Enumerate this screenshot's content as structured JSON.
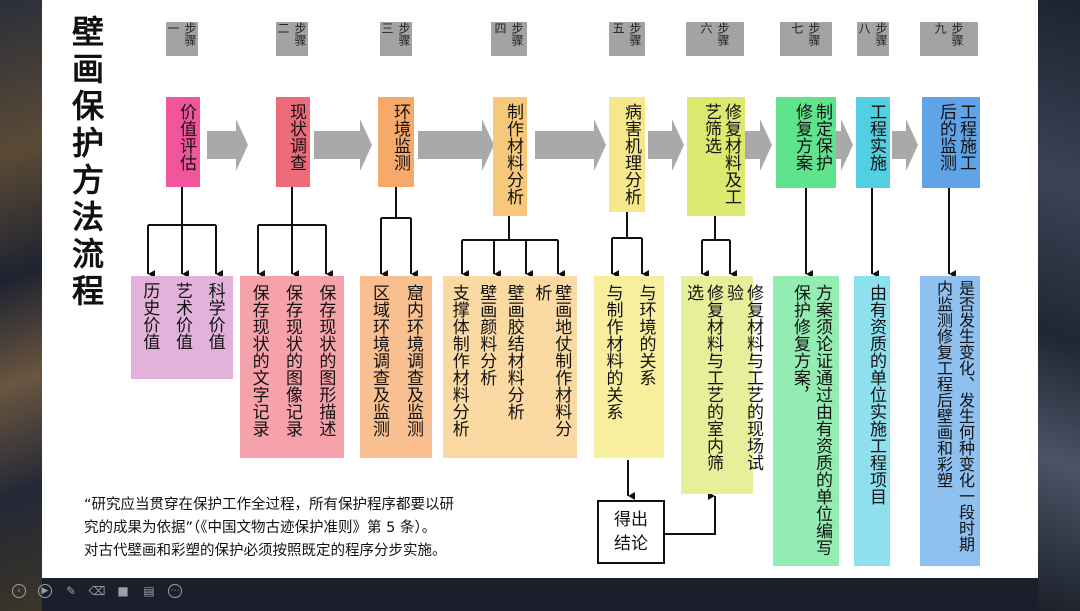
{
  "title_chars": [
    "壁",
    "画",
    "保",
    "护",
    "方",
    "法",
    "流",
    "程"
  ],
  "steps": [
    {
      "label": "步骤一",
      "action": "价值评估",
      "action_color": "#f2559b",
      "details": [
        "历史价值",
        "艺术价值",
        "科学价值"
      ],
      "details_color": "#e3b2da"
    },
    {
      "label": "步骤二",
      "action": "现状调查",
      "action_color": "#ee6b7c",
      "details": [
        "保存现状的文字记录",
        "保存现状的图像记录",
        "保存现状的图形描述"
      ],
      "details_color": "#f6a2ab"
    },
    {
      "label": "步骤三",
      "action": "环境监测",
      "action_color": "#f7a96a",
      "details": [
        "区域环境调查及监测",
        "窟内环境调查及监测"
      ],
      "details_color": "#f8bf90"
    },
    {
      "label": "步骤四",
      "action": "制作材料分析",
      "action_color": "#f6c97a",
      "details": [
        "支撑体制作材料分析",
        "壁画颜料分析",
        "壁画胶结材料分析",
        "壁画地仗制作材料分析"
      ],
      "details_color": "#fad9a2"
    },
    {
      "label": "步骤五",
      "action": "病害机理分析",
      "action_color": "#f5e88a",
      "details": [
        "与制作材料的关系",
        "与环境的关系"
      ],
      "details_color": "#f7ee9e"
    },
    {
      "label": "步骤六",
      "action": "修复材料及工艺筛选",
      "action_color": "#dbe96e",
      "details": [
        "修复材料与工艺的室内筛选",
        "修复材料与工艺的现场试验"
      ],
      "details_color": "#e6f09a"
    },
    {
      "label": "步骤七",
      "action": "制定保护修复方案",
      "action_color": "#5fe38d",
      "details": [
        "方案须论证通过由有资质的单位编写保护修复方案，"
      ],
      "details_color": "#93edb2"
    },
    {
      "label": "步骤八",
      "action": "工程实施",
      "action_color": "#52cfe0",
      "details": [
        "由有资质的单位实施工程项目"
      ],
      "details_color": "#8fe0ee"
    },
    {
      "label": "步骤九",
      "action": "工程施工后的监测",
      "action_color": "#5fa4e6",
      "details": [
        "是否发生变化、发生何种变化一段时期内监测修复工程后壁画和彩塑"
      ],
      "details_color": "#8fc1f0"
    }
  ],
  "conclusion": "得出结论",
  "quote_line1": "“研究应当贯穿在保护工作全过程，所有保护程序都要以研",
  "quote_line2": "究的成果为依据”（《中国文物古迹保护准则》第 5 条）。",
  "quote_line3": "对古代壁画和彩塑的保护必须按照既定的程序分步实施。",
  "toolbar": {
    "prev_icon": "‹",
    "play_icon": "▶",
    "pen_icon": "✎",
    "eraser_icon": "⌫",
    "camera_icon": "■",
    "subtitle_icon": "▤",
    "more_icon": "⋯"
  }
}
